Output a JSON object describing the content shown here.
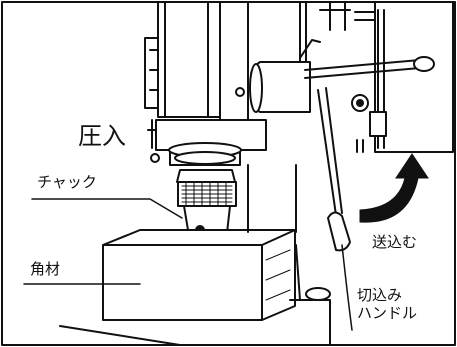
{
  "labels": {
    "press_fit": "圧入",
    "chuck": "チャック",
    "square_block": "角材",
    "feed": "送込む",
    "feed_handle_line1": "切込み",
    "feed_handle_line2": "ハンドル"
  },
  "colors": {
    "ink": "#111111",
    "paper": "#ffffff"
  },
  "icons": {
    "rotation_arrow": "curved-arrow-icon"
  }
}
